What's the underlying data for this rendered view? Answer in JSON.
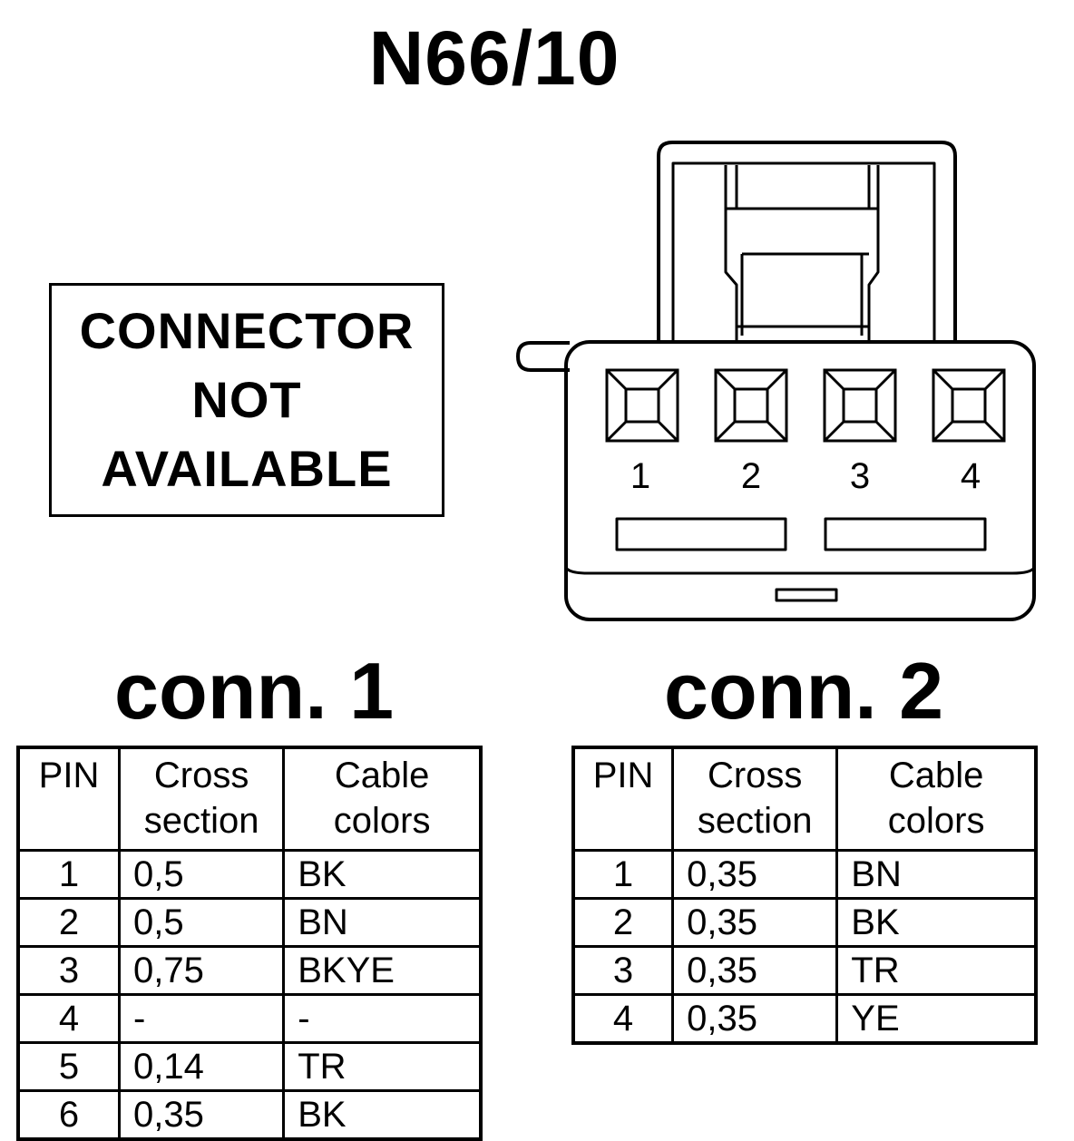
{
  "title": "N66/10",
  "not_available": {
    "lines": [
      "CONNECTOR",
      "NOT",
      "AVAILABLE"
    ]
  },
  "connector_pin_labels": [
    "1",
    "2",
    "3",
    "4"
  ],
  "conn1": {
    "heading": "conn. 1",
    "headers": [
      "PIN",
      "Cross section",
      "Cable colors"
    ],
    "rows": [
      [
        "1",
        "0,5",
        "BK"
      ],
      [
        "2",
        "0,5",
        "BN"
      ],
      [
        "3",
        "0,75",
        "BKYE"
      ],
      [
        "4",
        "-",
        "-"
      ],
      [
        "5",
        "0,14",
        "TR"
      ],
      [
        "6",
        "0,35",
        "BK"
      ]
    ]
  },
  "conn2": {
    "heading": "conn. 2",
    "headers": [
      "PIN",
      "Cross section",
      "Cable colors"
    ],
    "rows": [
      [
        "1",
        "0,35",
        "BN"
      ],
      [
        "2",
        "0,35",
        "BK"
      ],
      [
        "3",
        "0,35",
        "TR"
      ],
      [
        "4",
        "0,35",
        "YE"
      ]
    ]
  }
}
